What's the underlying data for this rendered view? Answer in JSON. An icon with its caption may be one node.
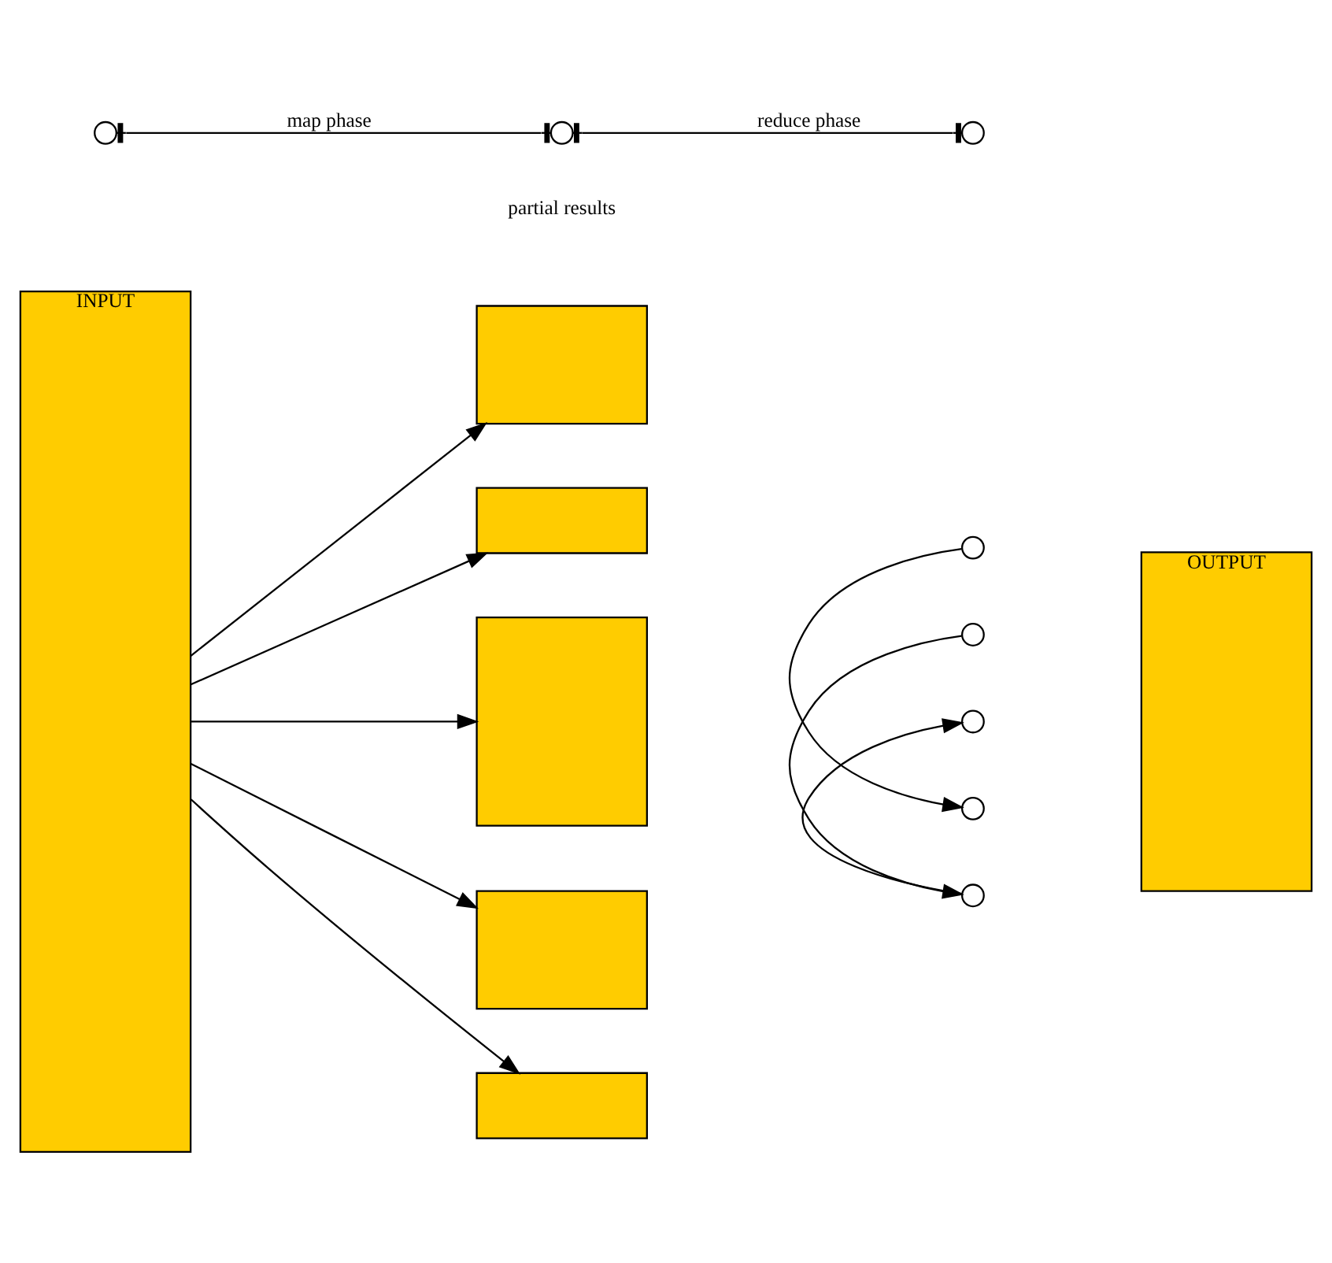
{
  "diagram": {
    "nodes": [
      {
        "text": [
          "INPUT"
        ]
      },
      {
        "text": [],
        "shape": "box"
      },
      {
        "text": [],
        "shape": "box"
      },
      {
        "text": [],
        "shape": "box"
      },
      {
        "text": [],
        "shape": "box"
      },
      {
        "text": [],
        "shape": "box"
      },
      {
        "text": [
          "OUTPUT"
        ]
      },
      {
        "text": [],
        "shape": "circle"
      },
      {
        "text": [],
        "shape": "circle"
      },
      {
        "text": [],
        "shape": "circle"
      },
      {
        "text": [],
        "shape": "circle"
      },
      {
        "text": [],
        "shape": "circle"
      },
      {
        "text": [],
        "shape": "circle"
      },
      {
        "text": [],
        "shape": "circle"
      },
      {
        "text": [],
        "shape": "circle"
      }
    ],
    "edges": [
      {
        "from": 0,
        "to": 1,
        "arrow": "to"
      },
      {
        "from": 0,
        "to": 2,
        "arrow": "to"
      },
      {
        "from": 0,
        "to": 3,
        "arrow": "to"
      },
      {
        "from": 0,
        "to": 4,
        "arrow": "to"
      },
      {
        "from": 0,
        "to": 5,
        "arrow": "to"
      },
      {
        "from": 7,
        "to": 10,
        "arrow": "to"
      },
      {
        "from": 8,
        "to": 11,
        "arrow": "to"
      },
      {
        "from": 11,
        "to": 9,
        "arrow": "to"
      },
      {
        "from": 12,
        "to": 13,
        "arrow": "other",
        "label": "map phase"
      },
      {
        "from": 13,
        "to": 14,
        "arrow": "other",
        "label": "reduce phase"
      }
    ],
    "labels": [
      "partial results"
    ]
  }
}
